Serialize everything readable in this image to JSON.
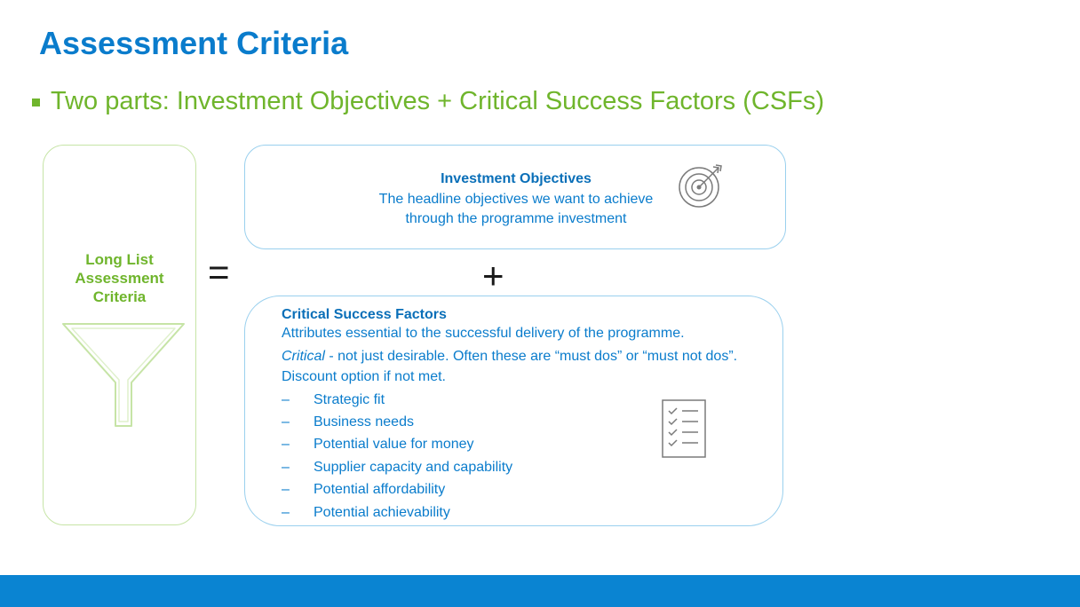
{
  "slide": {
    "title": "Assessment Criteria",
    "bullet": "Two parts: Investment Objectives + Critical Success Factors (CSFs)"
  },
  "long_list": {
    "label_lines": [
      "Long List",
      "Assessment",
      "Criteria"
    ],
    "icon": "funnel-icon"
  },
  "operators": {
    "equals": "=",
    "plus": "+"
  },
  "investment_objectives": {
    "title": "Investment Objectives",
    "desc_lines": [
      "The headline objectives we want to achieve",
      "through the programme investment"
    ],
    "icon": "target-icon"
  },
  "csf": {
    "title": "Critical Success Factors",
    "desc": "Attributes essential to the successful delivery of the programme.",
    "note_italic": "Critical",
    "note_rest": " - not just desirable.  Often these are “must dos” or “must not dos”.  Discount option if not met.",
    "dash": "–",
    "items": [
      "Strategic fit",
      "Business needs",
      "Potential value for money",
      "Supplier capacity and capability",
      "Potential affordability",
      "Potential achievability"
    ],
    "icon": "checklist-icon"
  },
  "colors": {
    "title_blue": "#0a7ccc",
    "accent_green": "#6fb52c",
    "footer_blue": "#0a84d2",
    "box_border_blue": "#9ad0ee",
    "box_border_green": "#c6e4a6"
  }
}
